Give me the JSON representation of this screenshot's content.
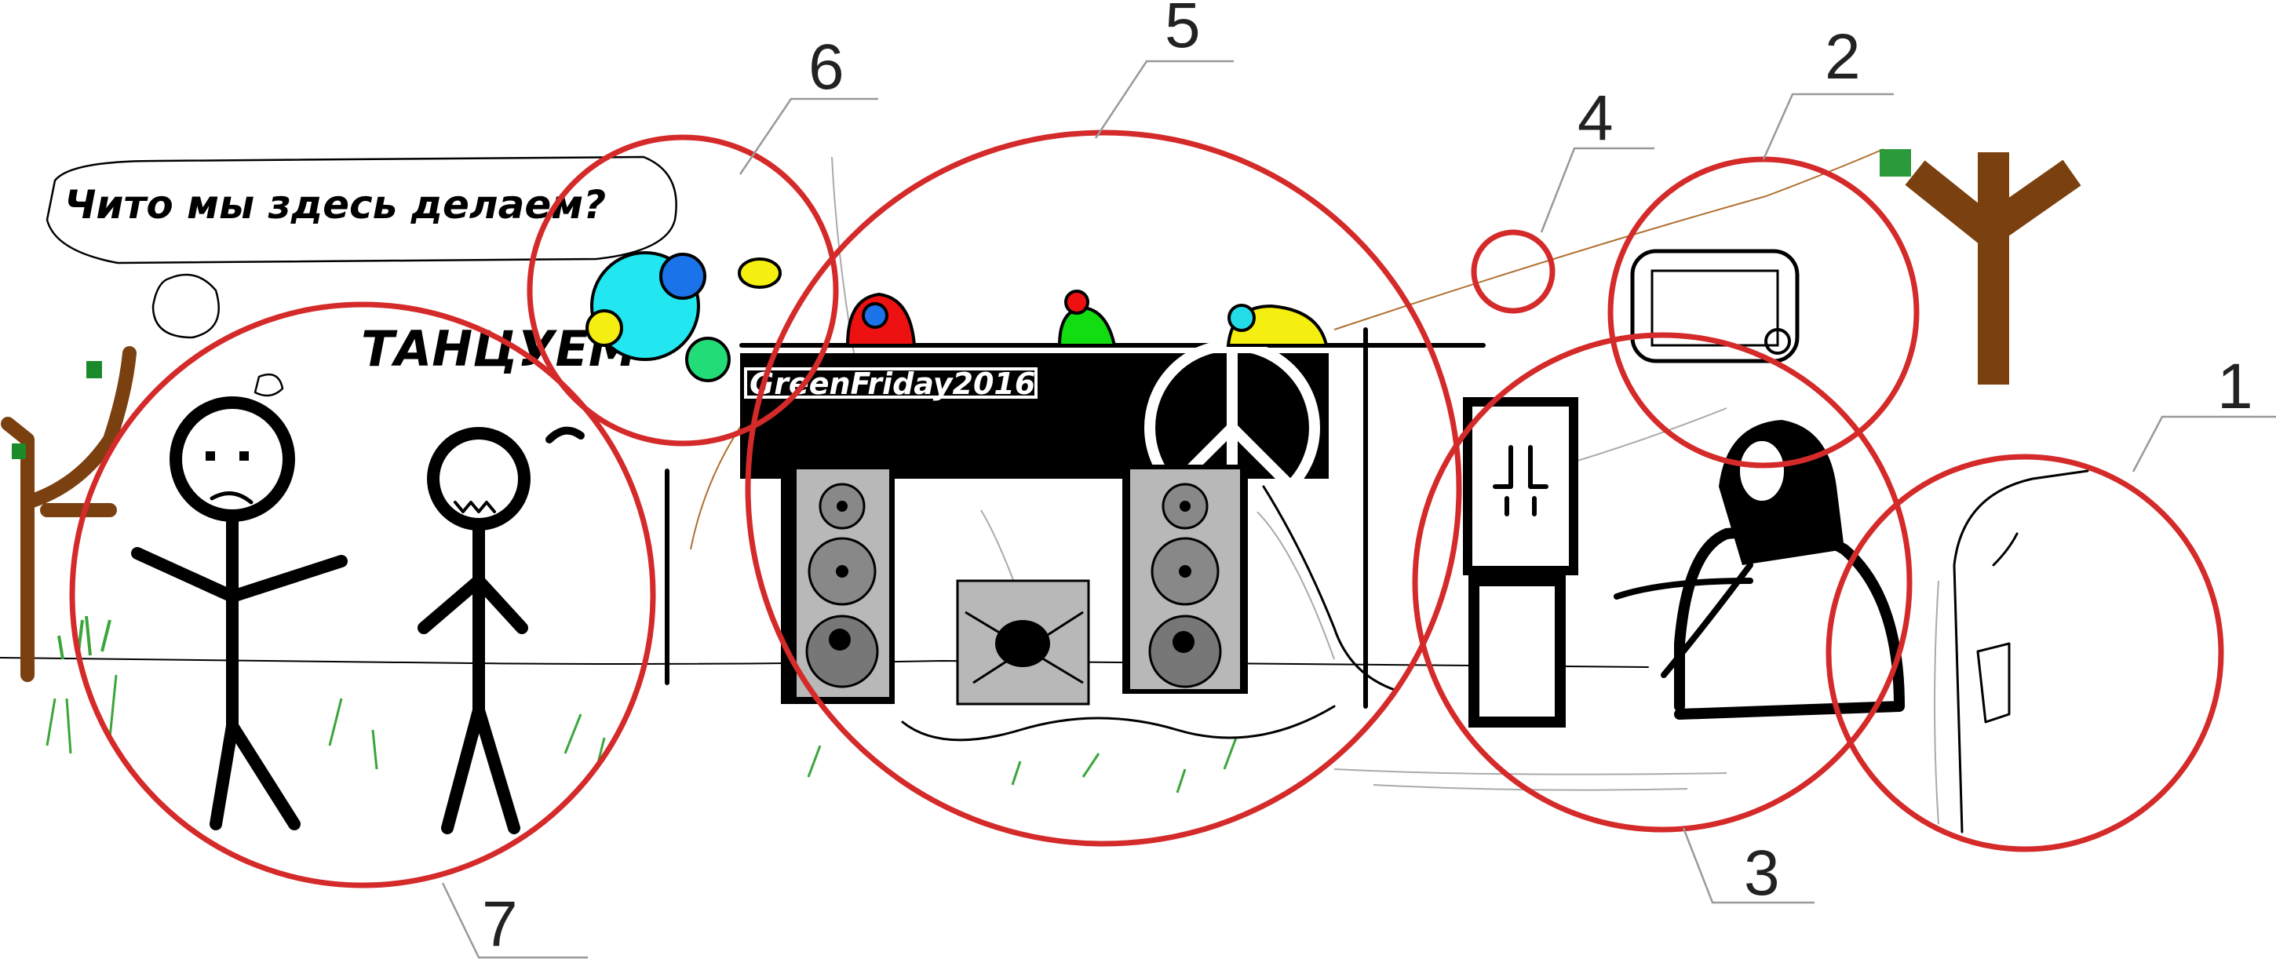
{
  "speech_bubble": {
    "text": "Чито мы здесь делаем?"
  },
  "dance_caption": {
    "text": "ТАНЦУЕМ"
  },
  "banner": {
    "text": "GreenFriday2016"
  },
  "callouts": [
    {
      "number": "1"
    },
    {
      "number": "2"
    },
    {
      "number": "3"
    },
    {
      "number": "4"
    },
    {
      "number": "5"
    },
    {
      "number": "6"
    },
    {
      "number": "7"
    }
  ],
  "colors": {
    "ring": "#d42a2a",
    "tree": "#7a4010",
    "grass": "#3aa53a"
  }
}
